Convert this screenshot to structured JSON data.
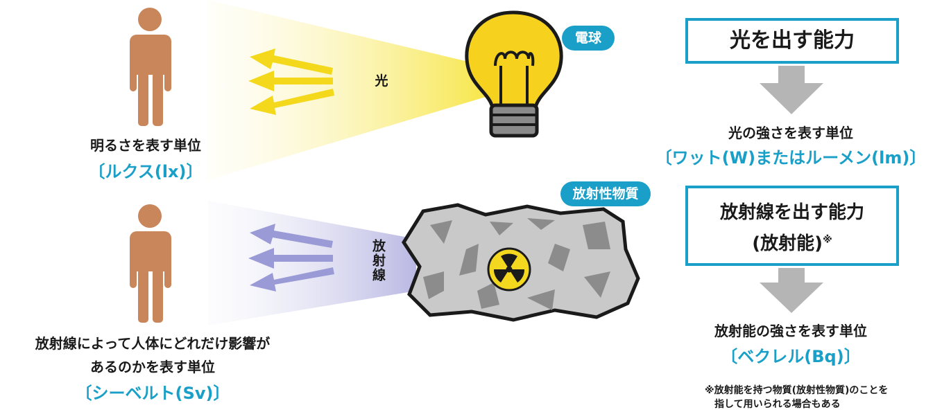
{
  "top": {
    "light_label": "光",
    "bulb_badge": "電球",
    "person_caption": "明るさを表す単位",
    "person_unit": "〔ルクス(lx)〕"
  },
  "bottom": {
    "radiation_label": "放射線",
    "source_badge": "放射性物質",
    "person_caption_line1": "放射線によって人体にどれだけ影響が",
    "person_caption_line2": "あるのかを表す単位",
    "person_unit": "〔シーベルト(Sv)〕"
  },
  "right": {
    "box1_title": "光を出す能力",
    "caption1": "光の強さを表す単位",
    "unit1": "〔ワット(W)またはルーメン(lm)〕",
    "box2_line1": "放射線を出す能力",
    "box2_line2": "(放射能)",
    "box2_mark": "※",
    "caption2": "放射能の強さを表す単位",
    "unit2": "〔ベクレル(Bq)〕",
    "footnote_line1": "※放射能を持つ物質(放射性物質)のことを",
    "footnote_line2": "指して用いられる場合もある"
  },
  "colors": {
    "accent": "#1aa0c8",
    "person": "#c8865a",
    "light_beam": "#f7e64a",
    "light_arrow": "#f3d81c",
    "radiation_beam": "#c9c8ea",
    "radiation_arrow": "#9a9ad6",
    "down_arrow": "#b5b5b5",
    "rock": "#c9c9c9",
    "radiation_symbol": "#f4d820"
  },
  "icons": [
    "person-icon",
    "light-bulb-icon",
    "rock-icon",
    "radiation-trefoil-icon",
    "arrow-icon",
    "down-arrow-icon"
  ]
}
